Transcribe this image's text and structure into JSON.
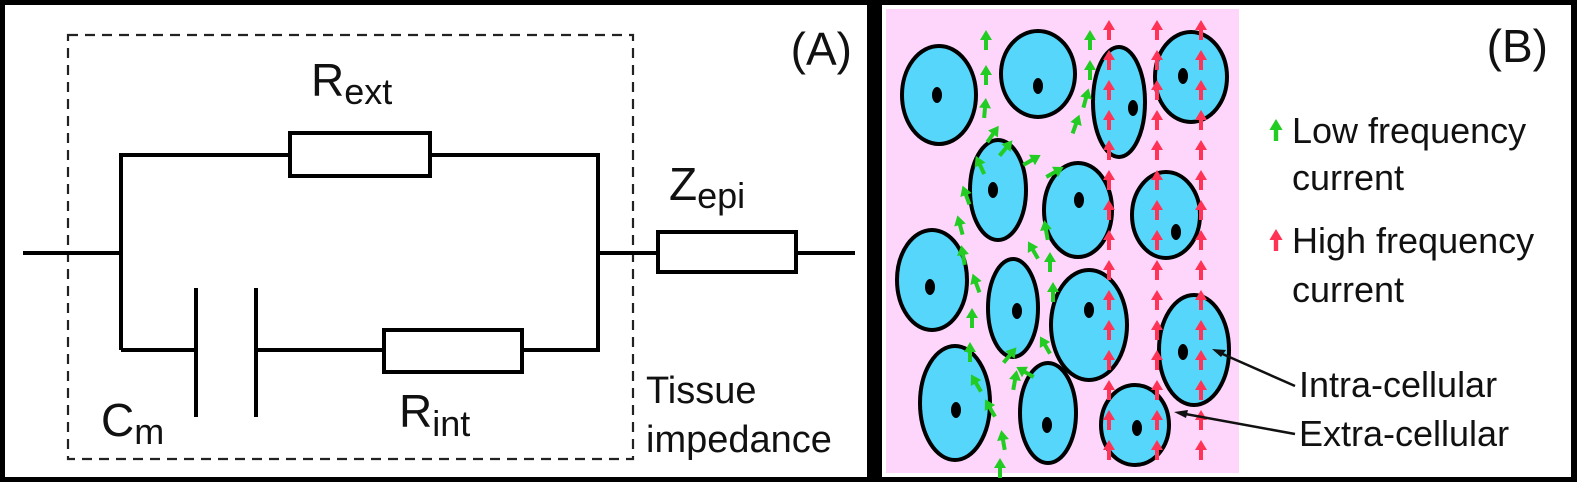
{
  "panel_a": {
    "tag": "(A)",
    "components": {
      "r_ext": {
        "main": "R",
        "sub": "ext"
      },
      "z_epi": {
        "main": "Z",
        "sub": "epi"
      },
      "c_m": {
        "main": "C",
        "sub": "m"
      },
      "r_int": {
        "main": "R",
        "sub": "int"
      }
    },
    "box_label_line1": "Tissue",
    "box_label_line2": "impedance"
  },
  "panel_b": {
    "tag": "(B)",
    "legend": [
      {
        "line1": "Low frequency",
        "line2": "current",
        "color": "#22cc22"
      },
      {
        "line1": "High frequency",
        "line2": "current",
        "color": "#ff3355"
      }
    ],
    "callouts": {
      "intra": "Intra-cellular",
      "extra": "Extra-cellular"
    },
    "colors": {
      "background": "#ffd6fb",
      "cell": "#55d6fa",
      "membrane": "#000000",
      "nucleus": "#000000"
    }
  }
}
